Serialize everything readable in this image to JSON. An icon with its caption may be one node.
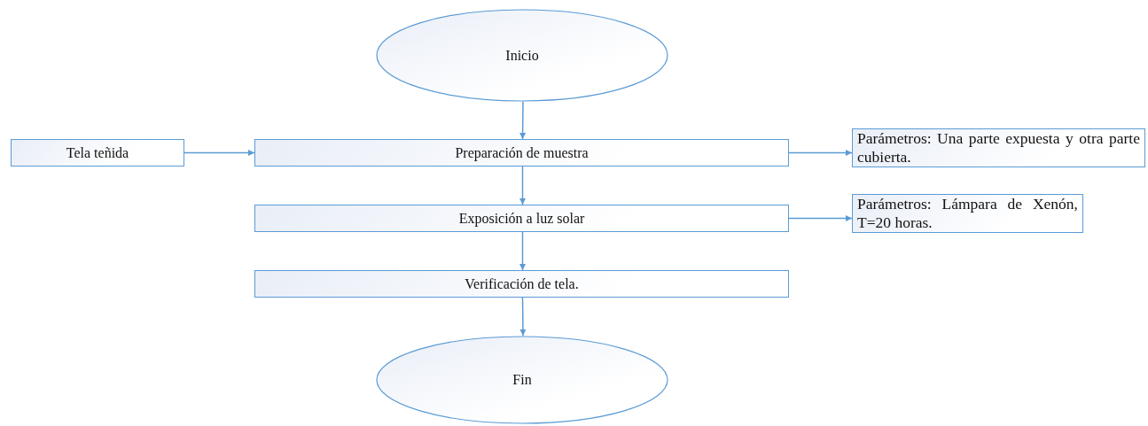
{
  "diagram": {
    "nodes": [
      {
        "text": [
          "Inicio"
        ]
      },
      {
        "text": [
          "Tela teñida"
        ]
      },
      {
        "text": [
          "Preparación de muestra"
        ]
      },
      {
        "text": [
          "Parámetros: Una parte expuesta y otra parte cubierta."
        ]
      },
      {
        "text": [
          "Exposición a luz solar"
        ]
      },
      {
        "text": [
          "Parámetros: Lámpara de Xenón, T=20 horas."
        ]
      },
      {
        "text": [
          "Verificación de tela."
        ]
      },
      {
        "text": [
          "Fin"
        ]
      }
    ],
    "edges": [
      {
        "from": 0,
        "to": 2,
        "arrow": "to"
      },
      {
        "from": 1,
        "to": 2,
        "arrow": "to"
      },
      {
        "from": 2,
        "to": 3,
        "arrow": "to"
      },
      {
        "from": 2,
        "to": 4,
        "arrow": "to"
      },
      {
        "from": 4,
        "to": 5,
        "arrow": "to"
      },
      {
        "from": 4,
        "to": 6,
        "arrow": "to"
      },
      {
        "from": 6,
        "to": 7,
        "arrow": "to"
      }
    ]
  }
}
